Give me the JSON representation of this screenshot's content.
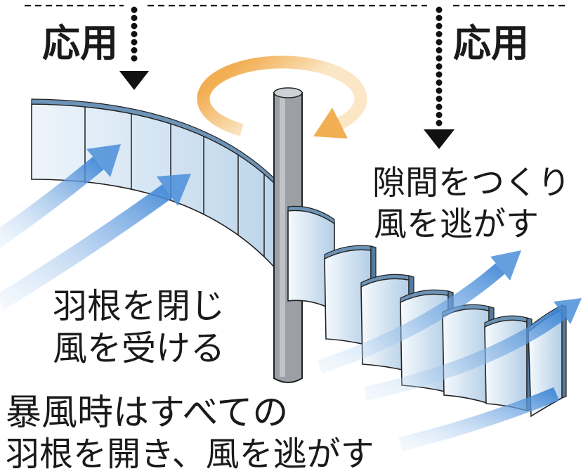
{
  "labels": {
    "apply_left": "応用",
    "apply_right": "応用",
    "gap_line1": "隙間をつくり",
    "gap_line2": "風を逃がす",
    "closed_line1": "羽根を閉じ",
    "closed_line2": "風を受ける",
    "storm_line1": "暴風時はすべての",
    "storm_line2": "羽根を開き、風を逃がす"
  },
  "colors": {
    "rotation_arrow": "#f2ae52",
    "wind_arrow_head": "#4a8ed8",
    "pole": "#9ca0a6",
    "blade_edge": "#6d93b7",
    "text": "#1a1a1a",
    "guide": "#111111"
  }
}
